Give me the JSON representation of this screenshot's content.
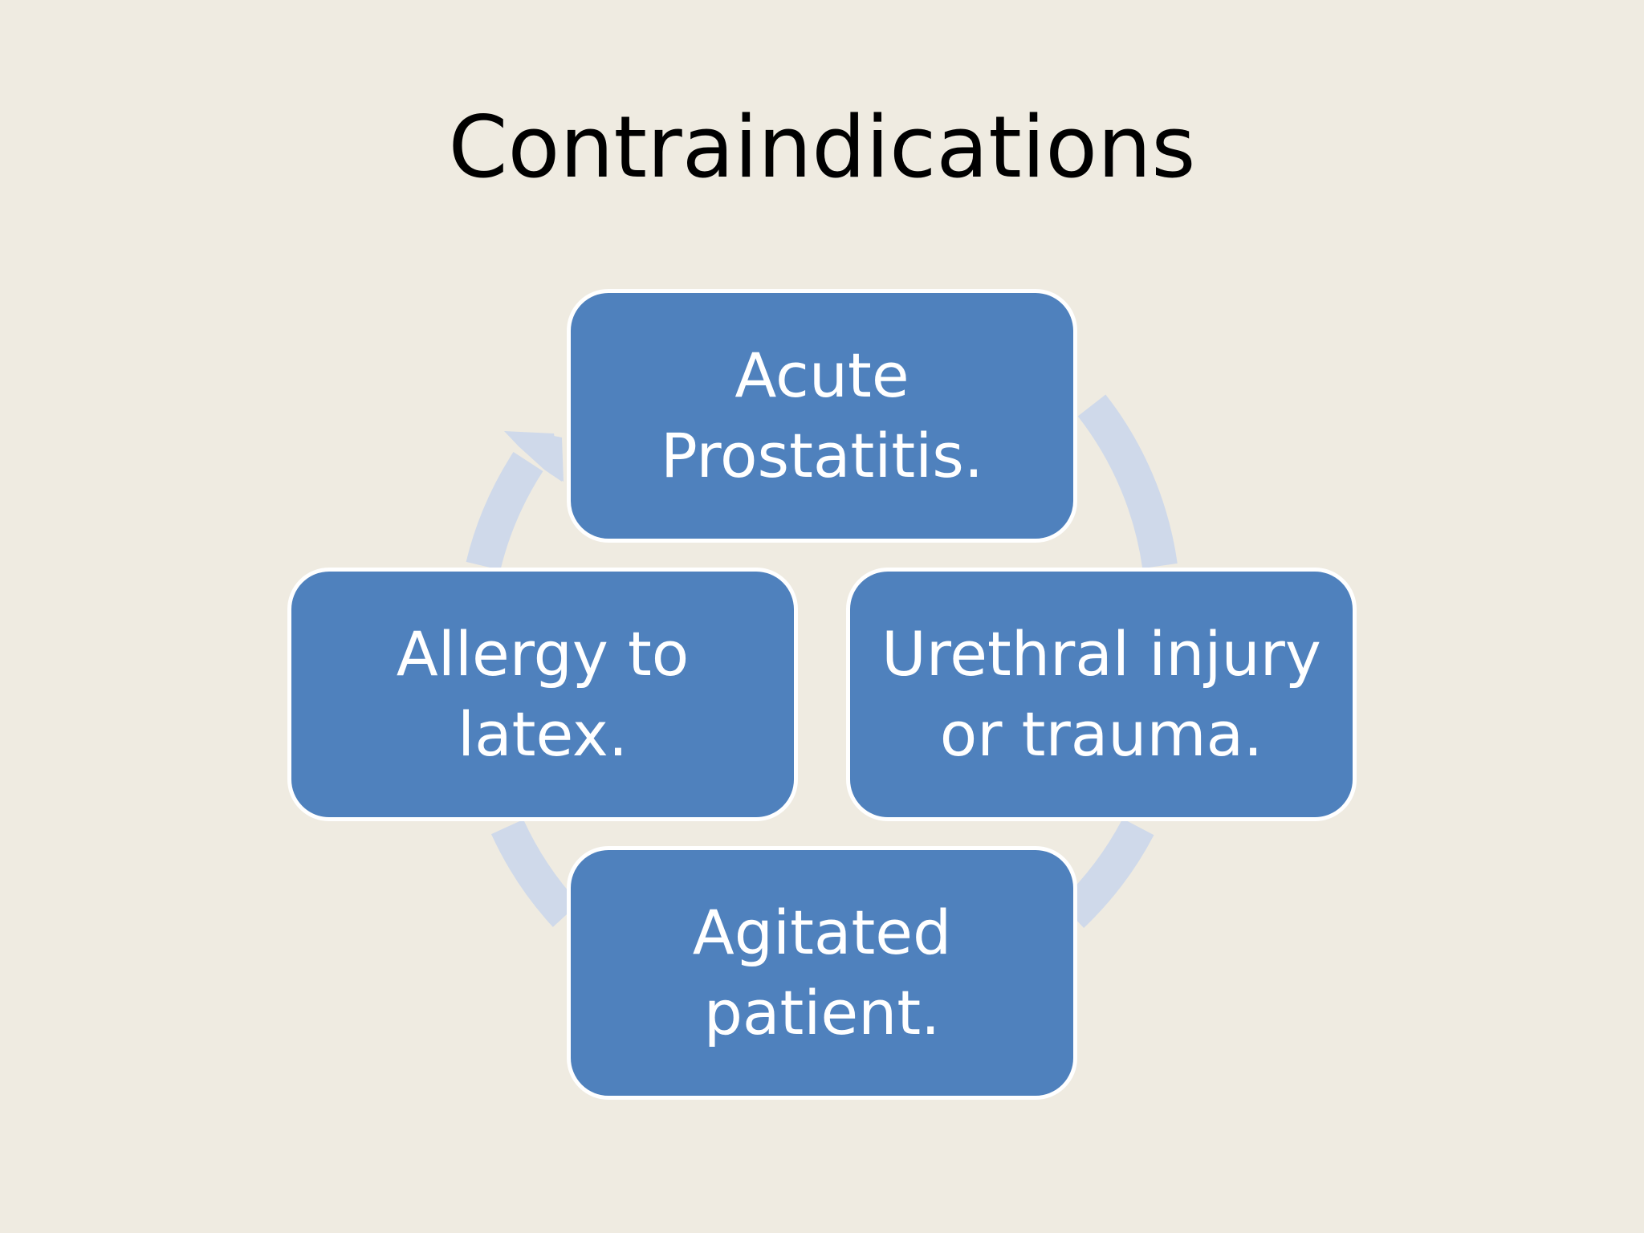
{
  "slide": {
    "title": "Contraindications",
    "background_color": "#EFEBE1"
  },
  "diagram": {
    "type": "cycle",
    "node_color": "#4F81BD",
    "node_border_color": "#FFFFFF",
    "node_text_color": "#FFFFFF",
    "arrow_color": "#CFD9EA",
    "nodes": [
      {
        "label": "Acute\nProstatitis."
      },
      {
        "label": "Urethral injury\nor trauma."
      },
      {
        "label": "Agitated\npatient."
      },
      {
        "label": "Allergy to\nlatex."
      }
    ]
  }
}
